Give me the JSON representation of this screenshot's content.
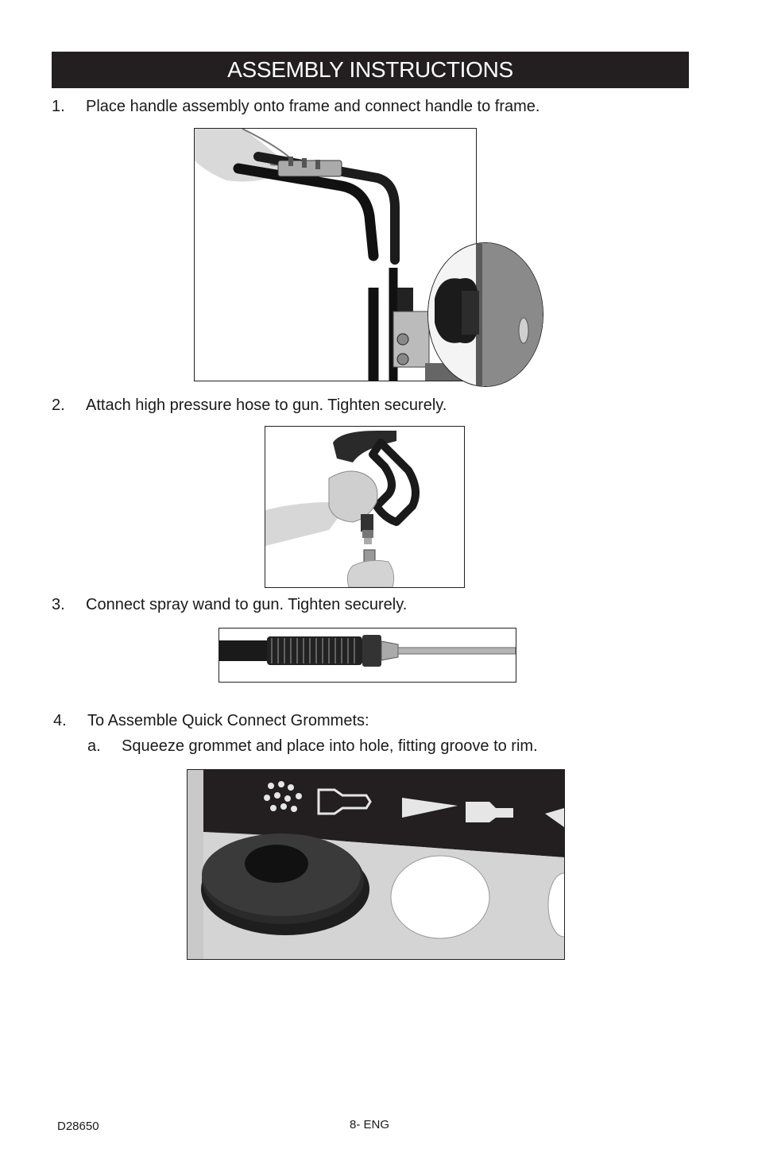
{
  "header": {
    "title": "ASSEMBLY INSTRUCTIONS"
  },
  "steps": [
    {
      "number": "1.",
      "text": "Place handle assembly onto frame and connect handle to frame."
    },
    {
      "number": "2.",
      "text": "Attach high pressure hose to gun.  Tighten securely."
    },
    {
      "number": "3.",
      "text": "Connect spray wand to gun. Tighten securely."
    },
    {
      "number": "4.",
      "text": "To Assemble Quick Connect Grommets:"
    }
  ],
  "substep": {
    "letter": "a.",
    "text": "Squeeze grommet and place into hole, fitting groove to rim."
  },
  "footer": {
    "model": "D28650",
    "page": "8- ENG"
  }
}
